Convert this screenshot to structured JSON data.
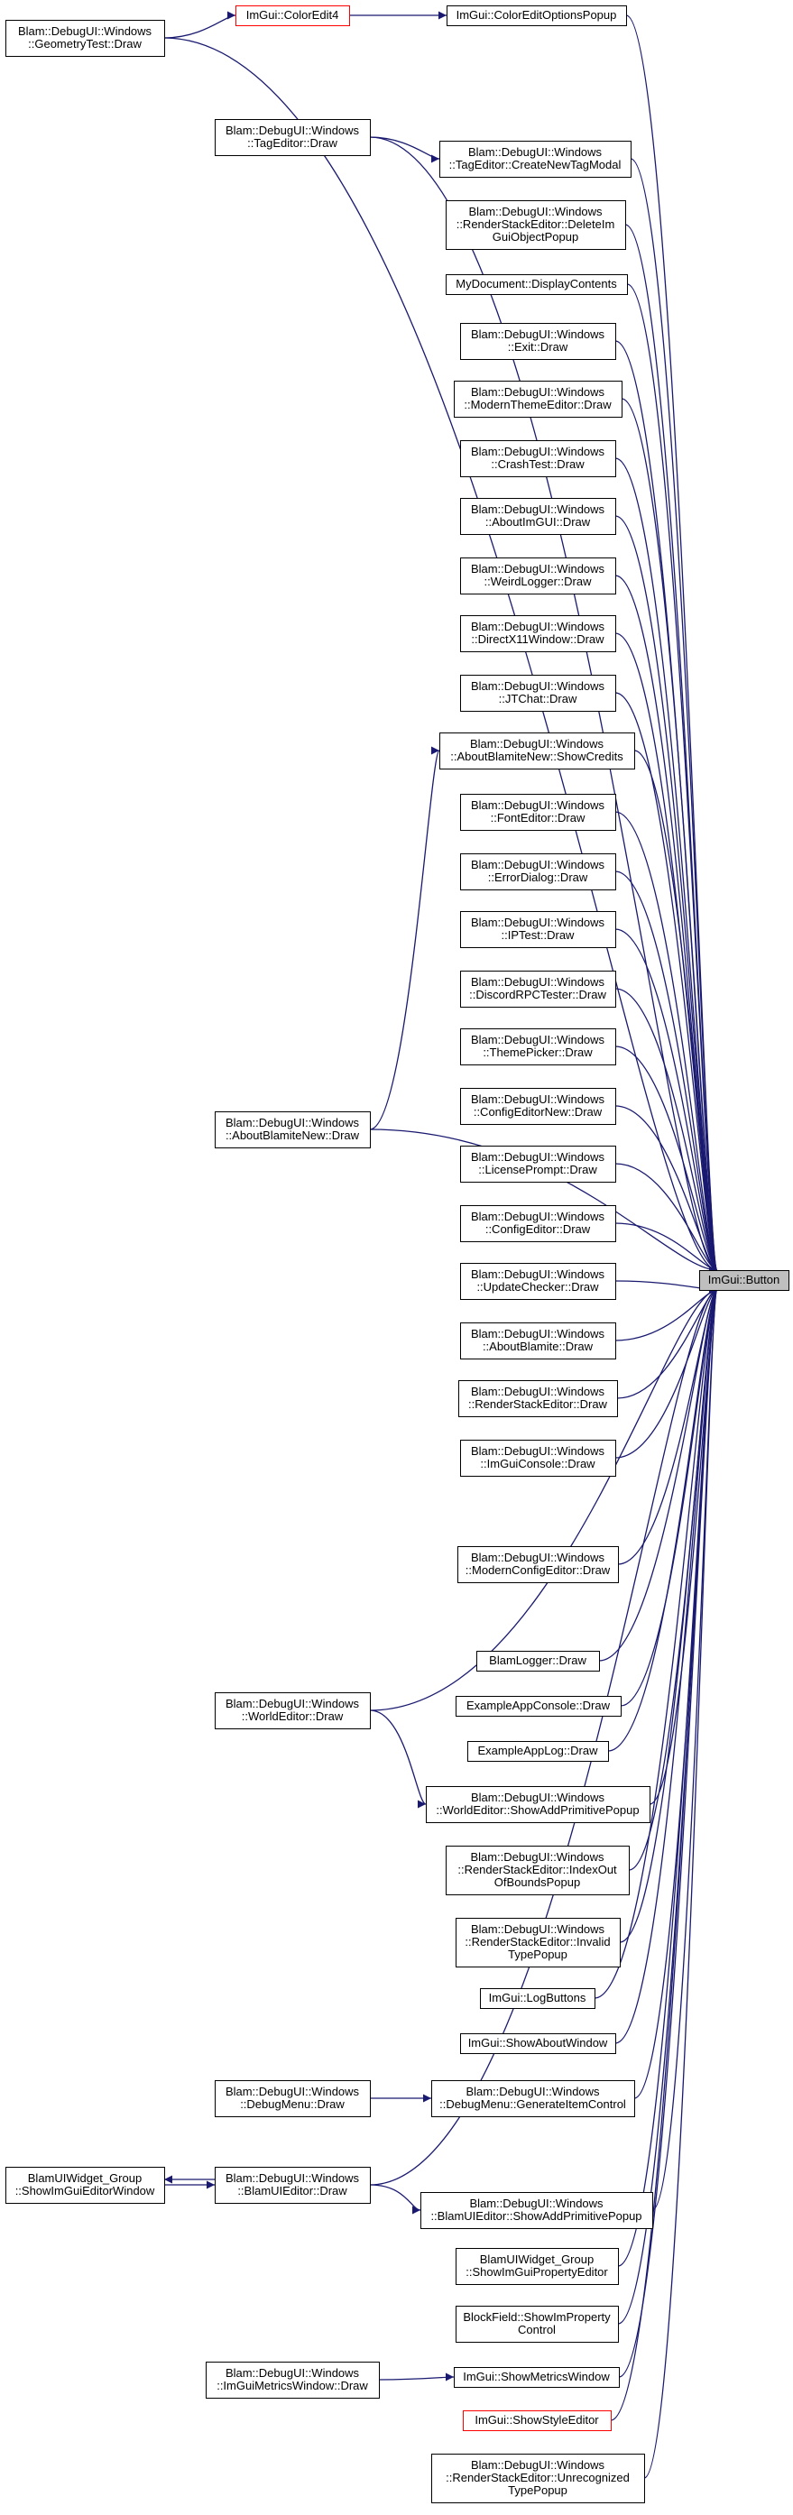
{
  "nodes": [
    {
      "id": "n_geom",
      "lines": [
        "Blam::DebugUI::Windows",
        "::GeometryTest::Draw"
      ]
    },
    {
      "id": "n_coloredit4",
      "lines": [
        "ImGui::ColorEdit4"
      ],
      "style": "red"
    },
    {
      "id": "n_coloreditopts",
      "lines": [
        "ImGui::ColorEditOptionsPopup"
      ]
    },
    {
      "id": "n_tageditor",
      "lines": [
        "Blam::DebugUI::Windows",
        "::TagEditor::Draw"
      ]
    },
    {
      "id": "n_createtag",
      "lines": [
        "Blam::DebugUI::Windows",
        "::TagEditor::CreateNewTagModal"
      ]
    },
    {
      "id": "n_rsdelete",
      "lines": [
        "Blam::DebugUI::Windows",
        "::RenderStackEditor::DeleteIm",
        "GuiObjectPopup"
      ]
    },
    {
      "id": "n_mydoc",
      "lines": [
        "MyDocument::DisplayContents"
      ]
    },
    {
      "id": "n_exit",
      "lines": [
        "Blam::DebugUI::Windows",
        "::Exit::Draw"
      ]
    },
    {
      "id": "n_modtheme",
      "lines": [
        "Blam::DebugUI::Windows",
        "::ModernThemeEditor::Draw"
      ]
    },
    {
      "id": "n_crash",
      "lines": [
        "Blam::DebugUI::Windows",
        "::CrashTest::Draw"
      ]
    },
    {
      "id": "n_aboutimgui",
      "lines": [
        "Blam::DebugUI::Windows",
        "::AboutImGUI::Draw"
      ]
    },
    {
      "id": "n_weird",
      "lines": [
        "Blam::DebugUI::Windows",
        "::WeirdLogger::Draw"
      ]
    },
    {
      "id": "n_dx11",
      "lines": [
        "Blam::DebugUI::Windows",
        "::DirectX11Window::Draw"
      ]
    },
    {
      "id": "n_jtchat",
      "lines": [
        "Blam::DebugUI::Windows",
        "::JTChat::Draw"
      ]
    },
    {
      "id": "n_credits",
      "lines": [
        "Blam::DebugUI::Windows",
        "::AboutBlamiteNew::ShowCredits"
      ]
    },
    {
      "id": "n_font",
      "lines": [
        "Blam::DebugUI::Windows",
        "::FontEditor::Draw"
      ]
    },
    {
      "id": "n_error",
      "lines": [
        "Blam::DebugUI::Windows",
        "::ErrorDialog::Draw"
      ]
    },
    {
      "id": "n_iptest",
      "lines": [
        "Blam::DebugUI::Windows",
        "::IPTest::Draw"
      ]
    },
    {
      "id": "n_discord",
      "lines": [
        "Blam::DebugUI::Windows",
        "::DiscordRPCTester::Draw"
      ]
    },
    {
      "id": "n_themepicker",
      "lines": [
        "Blam::DebugUI::Windows",
        "::ThemePicker::Draw"
      ]
    },
    {
      "id": "n_confignew",
      "lines": [
        "Blam::DebugUI::Windows",
        "::ConfigEditorNew::Draw"
      ]
    },
    {
      "id": "n_aboutnew",
      "lines": [
        "Blam::DebugUI::Windows",
        "::AboutBlamiteNew::Draw"
      ]
    },
    {
      "id": "n_license",
      "lines": [
        "Blam::DebugUI::Windows",
        "::LicensePrompt::Draw"
      ]
    },
    {
      "id": "n_configed",
      "lines": [
        "Blam::DebugUI::Windows",
        "::ConfigEditor::Draw"
      ]
    },
    {
      "id": "n_button",
      "lines": [
        "ImGui::Button"
      ],
      "style": "target"
    },
    {
      "id": "n_update",
      "lines": [
        "Blam::DebugUI::Windows",
        "::UpdateChecker::Draw"
      ]
    },
    {
      "id": "n_aboutblamite",
      "lines": [
        "Blam::DebugUI::Windows",
        "::AboutBlamite::Draw"
      ]
    },
    {
      "id": "n_rsdraw",
      "lines": [
        "Blam::DebugUI::Windows",
        "::RenderStackEditor::Draw"
      ]
    },
    {
      "id": "n_console",
      "lines": [
        "Blam::DebugUI::Windows",
        "::ImGuiConsole::Draw"
      ]
    },
    {
      "id": "n_modconfig",
      "lines": [
        "Blam::DebugUI::Windows",
        "::ModernConfigEditor::Draw"
      ]
    },
    {
      "id": "n_logger",
      "lines": [
        "BlamLogger::Draw"
      ]
    },
    {
      "id": "n_world",
      "lines": [
        "Blam::DebugUI::Windows",
        "::WorldEditor::Draw"
      ]
    },
    {
      "id": "n_exconsole",
      "lines": [
        "ExampleAppConsole::Draw"
      ]
    },
    {
      "id": "n_exlog",
      "lines": [
        "ExampleAppLog::Draw"
      ]
    },
    {
      "id": "n_worldprim",
      "lines": [
        "Blam::DebugUI::Windows",
        "::WorldEditor::ShowAddPrimitivePopup"
      ]
    },
    {
      "id": "n_rsindex",
      "lines": [
        "Blam::DebugUI::Windows",
        "::RenderStackEditor::IndexOut",
        "OfBoundsPopup"
      ]
    },
    {
      "id": "n_rsinvalid",
      "lines": [
        "Blam::DebugUI::Windows",
        "::RenderStackEditor::Invalid",
        "TypePopup"
      ]
    },
    {
      "id": "n_logbuttons",
      "lines": [
        "ImGui::LogButtons"
      ]
    },
    {
      "id": "n_showabout",
      "lines": [
        "ImGui::ShowAboutWindow"
      ]
    },
    {
      "id": "n_debugmenu",
      "lines": [
        "Blam::DebugUI::Windows",
        "::DebugMenu::Draw"
      ]
    },
    {
      "id": "n_genitem",
      "lines": [
        "Blam::DebugUI::Windows",
        "::DebugMenu::GenerateItemControl"
      ]
    },
    {
      "id": "n_widgetgroup",
      "lines": [
        "BlamUIWidget_Group",
        "::ShowImGuiEditorWindow"
      ]
    },
    {
      "id": "n_uieditor",
      "lines": [
        "Blam::DebugUI::Windows",
        "::BlamUIEditor::Draw"
      ]
    },
    {
      "id": "n_uiprim",
      "lines": [
        "Blam::DebugUI::Windows",
        "::BlamUIEditor::ShowAddPrimitivePopup"
      ]
    },
    {
      "id": "n_widgetprop",
      "lines": [
        "BlamUIWidget_Group",
        "::ShowImGuiPropertyEditor"
      ]
    },
    {
      "id": "n_blockfield",
      "lines": [
        "BlockField::ShowImProperty",
        "Control"
      ]
    },
    {
      "id": "n_metricswin",
      "lines": [
        "Blam::DebugUI::Windows",
        "::ImGuiMetricsWindow::Draw"
      ]
    },
    {
      "id": "n_showmetrics",
      "lines": [
        "ImGui::ShowMetricsWindow"
      ]
    },
    {
      "id": "n_styleeditor",
      "lines": [
        "ImGui::ShowStyleEditor"
      ],
      "style": "red"
    },
    {
      "id": "n_rsunrec",
      "lines": [
        "Blam::DebugUI::Windows",
        "::RenderStackEditor::Unrecognized",
        "TypePopup"
      ]
    }
  ],
  "edges": [
    {
      "from": "n_geom",
      "to": "n_coloredit4"
    },
    {
      "from": "n_coloredit4",
      "to": "n_coloreditopts"
    },
    {
      "from": "n_geom",
      "to": "n_button"
    },
    {
      "from": "n_coloreditopts",
      "to": "n_button"
    },
    {
      "from": "n_tageditor",
      "to": "n_createtag"
    },
    {
      "from": "n_tageditor",
      "to": "n_button"
    },
    {
      "from": "n_createtag",
      "to": "n_button"
    },
    {
      "from": "n_rsdelete",
      "to": "n_button"
    },
    {
      "from": "n_mydoc",
      "to": "n_button"
    },
    {
      "from": "n_exit",
      "to": "n_button"
    },
    {
      "from": "n_modtheme",
      "to": "n_button"
    },
    {
      "from": "n_crash",
      "to": "n_button"
    },
    {
      "from": "n_aboutimgui",
      "to": "n_button"
    },
    {
      "from": "n_weird",
      "to": "n_button"
    },
    {
      "from": "n_dx11",
      "to": "n_button"
    },
    {
      "from": "n_jtchat",
      "to": "n_button"
    },
    {
      "from": "n_aboutnew",
      "to": "n_credits"
    },
    {
      "from": "n_credits",
      "to": "n_button"
    },
    {
      "from": "n_font",
      "to": "n_button"
    },
    {
      "from": "n_error",
      "to": "n_button"
    },
    {
      "from": "n_iptest",
      "to": "n_button"
    },
    {
      "from": "n_discord",
      "to": "n_button"
    },
    {
      "from": "n_themepicker",
      "to": "n_button"
    },
    {
      "from": "n_confignew",
      "to": "n_button"
    },
    {
      "from": "n_aboutnew",
      "to": "n_button"
    },
    {
      "from": "n_license",
      "to": "n_button"
    },
    {
      "from": "n_configed",
      "to": "n_button"
    },
    {
      "from": "n_update",
      "to": "n_button"
    },
    {
      "from": "n_aboutblamite",
      "to": "n_button"
    },
    {
      "from": "n_rsdraw",
      "to": "n_button"
    },
    {
      "from": "n_console",
      "to": "n_button"
    },
    {
      "from": "n_modconfig",
      "to": "n_button"
    },
    {
      "from": "n_world",
      "to": "n_button"
    },
    {
      "from": "n_logger",
      "to": "n_button"
    },
    {
      "from": "n_exconsole",
      "to": "n_button"
    },
    {
      "from": "n_exlog",
      "to": "n_button"
    },
    {
      "from": "n_world",
      "to": "n_worldprim"
    },
    {
      "from": "n_worldprim",
      "to": "n_button"
    },
    {
      "from": "n_rsindex",
      "to": "n_button"
    },
    {
      "from": "n_rsinvalid",
      "to": "n_button"
    },
    {
      "from": "n_logbuttons",
      "to": "n_button"
    },
    {
      "from": "n_showabout",
      "to": "n_button"
    },
    {
      "from": "n_debugmenu",
      "to": "n_genitem"
    },
    {
      "from": "n_genitem",
      "to": "n_button"
    },
    {
      "from": "n_uieditor",
      "to": "n_widgetgroup"
    },
    {
      "from": "n_widgetgroup",
      "to": "n_uieditor"
    },
    {
      "from": "n_uieditor",
      "to": "n_uiprim"
    },
    {
      "from": "n_uieditor",
      "to": "n_button"
    },
    {
      "from": "n_uiprim",
      "to": "n_button"
    },
    {
      "from": "n_widgetprop",
      "to": "n_button"
    },
    {
      "from": "n_blockfield",
      "to": "n_button"
    },
    {
      "from": "n_metricswin",
      "to": "n_showmetrics"
    },
    {
      "from": "n_showmetrics",
      "to": "n_button"
    },
    {
      "from": "n_styleeditor",
      "to": "n_button"
    },
    {
      "from": "n_rsunrec",
      "to": "n_button"
    }
  ],
  "colors": {
    "edge": "#191970",
    "node_border": "#000000",
    "highlight_border": "#ff0000",
    "target_fill": "#bfbfbf"
  }
}
